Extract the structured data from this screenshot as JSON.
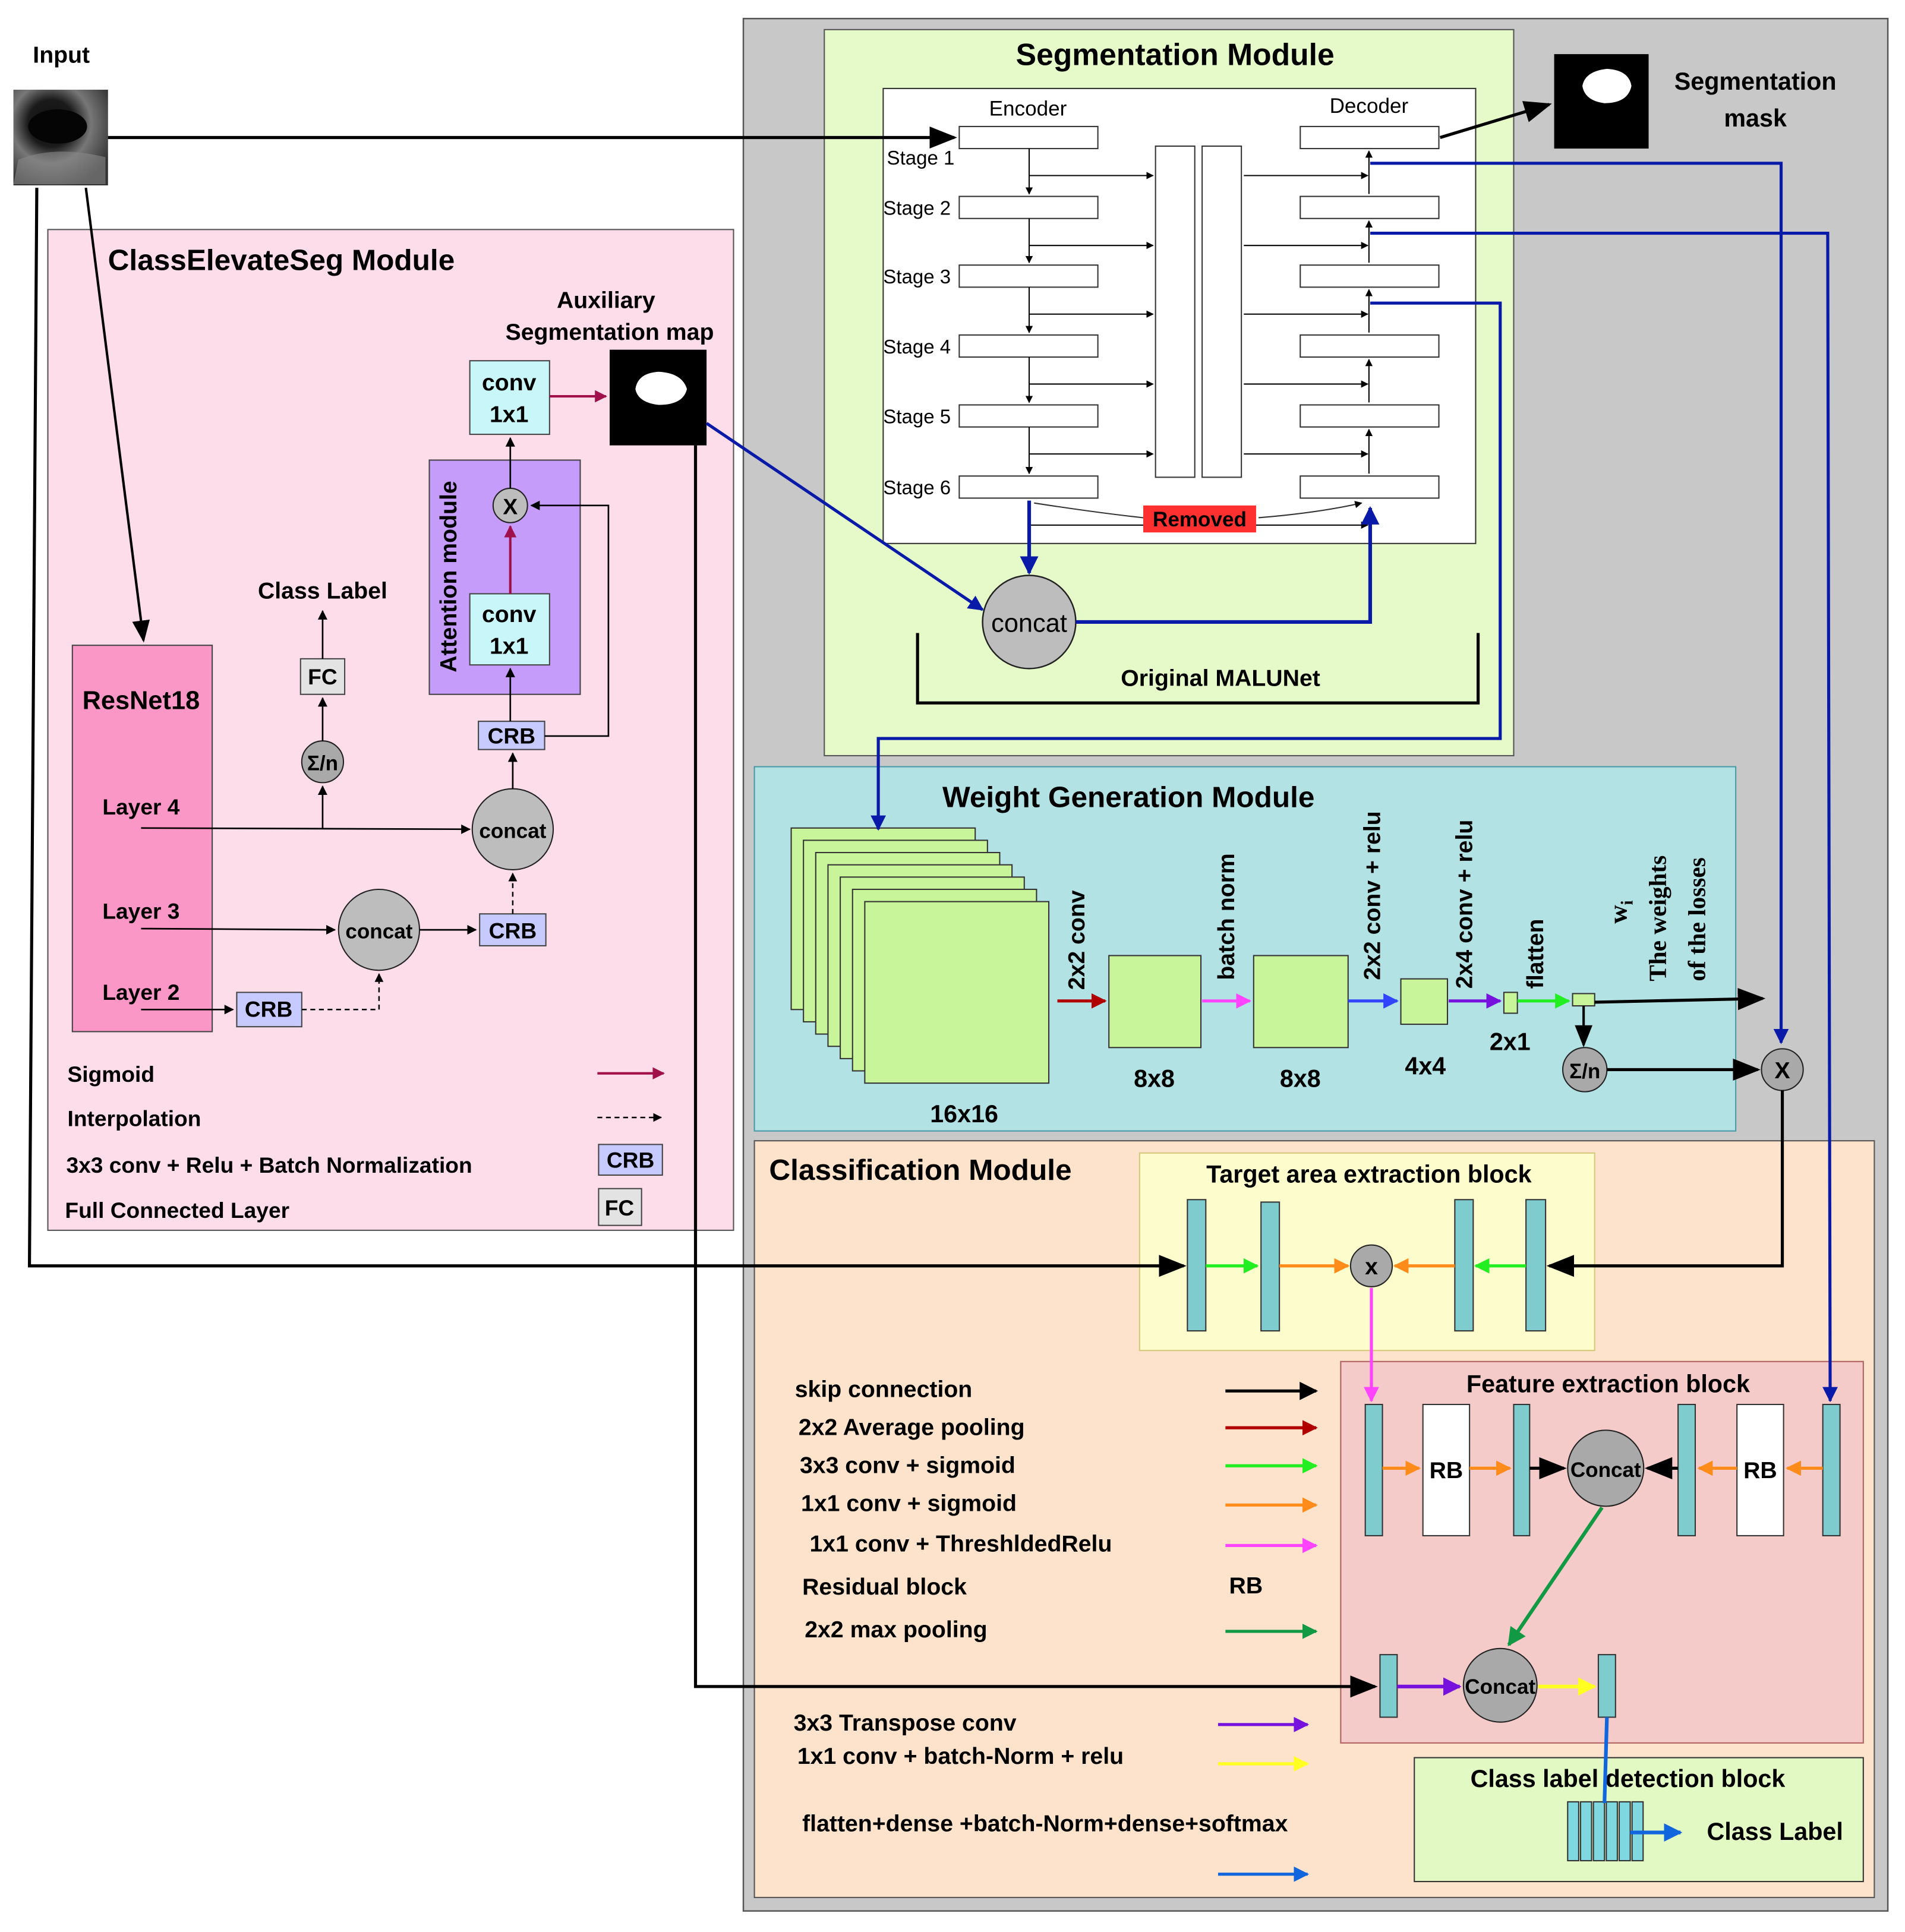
{
  "input": {
    "label": "Input"
  },
  "segmentation_module": {
    "title": "Segmentation Module",
    "encoder": "Encoder",
    "decoder": "Decoder",
    "stages": [
      "Stage 1",
      "Stage 2",
      "Stage 3",
      "Stage 4",
      "Stage 5",
      "Stage 6"
    ],
    "removed": "Removed",
    "concat": "concat",
    "original": "Original MALUNet",
    "mask_label_1": "Segmentation",
    "mask_label_2": "mask"
  },
  "classelevateseg": {
    "title": "ClassElevateSeg Module",
    "aux_label_1": "Auxiliary",
    "aux_label_2": "Segmentation map",
    "conv_a": "conv",
    "conv_b": "1x1",
    "attention": "Attention module",
    "multiply": "X",
    "crb": "CRB",
    "fc": "FC",
    "sum_n": "Σ/n",
    "class_label": "Class Label",
    "resnet": "ResNet18",
    "layer4": "Layer 4",
    "layer3": "Layer 3",
    "layer2": "Layer 2",
    "concat": "concat",
    "legend": [
      {
        "text": "Sigmoid"
      },
      {
        "text": "Interpolation"
      },
      {
        "text": "3x3 conv + Relu + Batch Normalization",
        "tag": "CRB"
      },
      {
        "text": "Full Connected Layer",
        "tag": "FC"
      }
    ]
  },
  "weight_module": {
    "title": "Weight Generation Module",
    "sizes": [
      "16x16",
      "8x8",
      "8x8",
      "4x4",
      "2x1"
    ],
    "ops": [
      "2x2 conv",
      "batch norm",
      "2x2 conv + relu",
      "2x4 conv + relu",
      "flatten"
    ],
    "wi": "w",
    "wi_sub": "i",
    "weights_1": "The weights",
    "weights_2": "of the losses",
    "sum_n": "Σ/n",
    "multiply": "X"
  },
  "classification_module": {
    "title": "Classification Module",
    "target_block": "Target area extraction block",
    "feature_block": "Feature extraction block",
    "class_block": "Class label detection block",
    "x": "x",
    "rb": "RB",
    "concat": "Concat",
    "class_label": "Class Label",
    "legend": [
      {
        "text": "skip connection",
        "color": "#000000"
      },
      {
        "text": "2x2 Average pooling",
        "color": "#b00000"
      },
      {
        "text": "3x3 conv + sigmoid",
        "color": "#22ee22"
      },
      {
        "text": "1x1 conv + sigmoid",
        "color": "#ff8c1a"
      },
      {
        "text": "1x1 conv + ThreshldedRelu",
        "color": "#ff44ff"
      },
      {
        "text": "Residual block",
        "tag": "RB"
      },
      {
        "text": "2x2 max pooling",
        "color": "#119944"
      },
      {
        "text": "3x3 Transpose conv",
        "color": "#7711dd"
      },
      {
        "text": "1x1 conv + batch-Norm + relu",
        "color": "#ffff22"
      },
      {
        "text": "flatten+dense +batch-Norm+dense+softmax",
        "color": "#1166dd"
      }
    ]
  }
}
